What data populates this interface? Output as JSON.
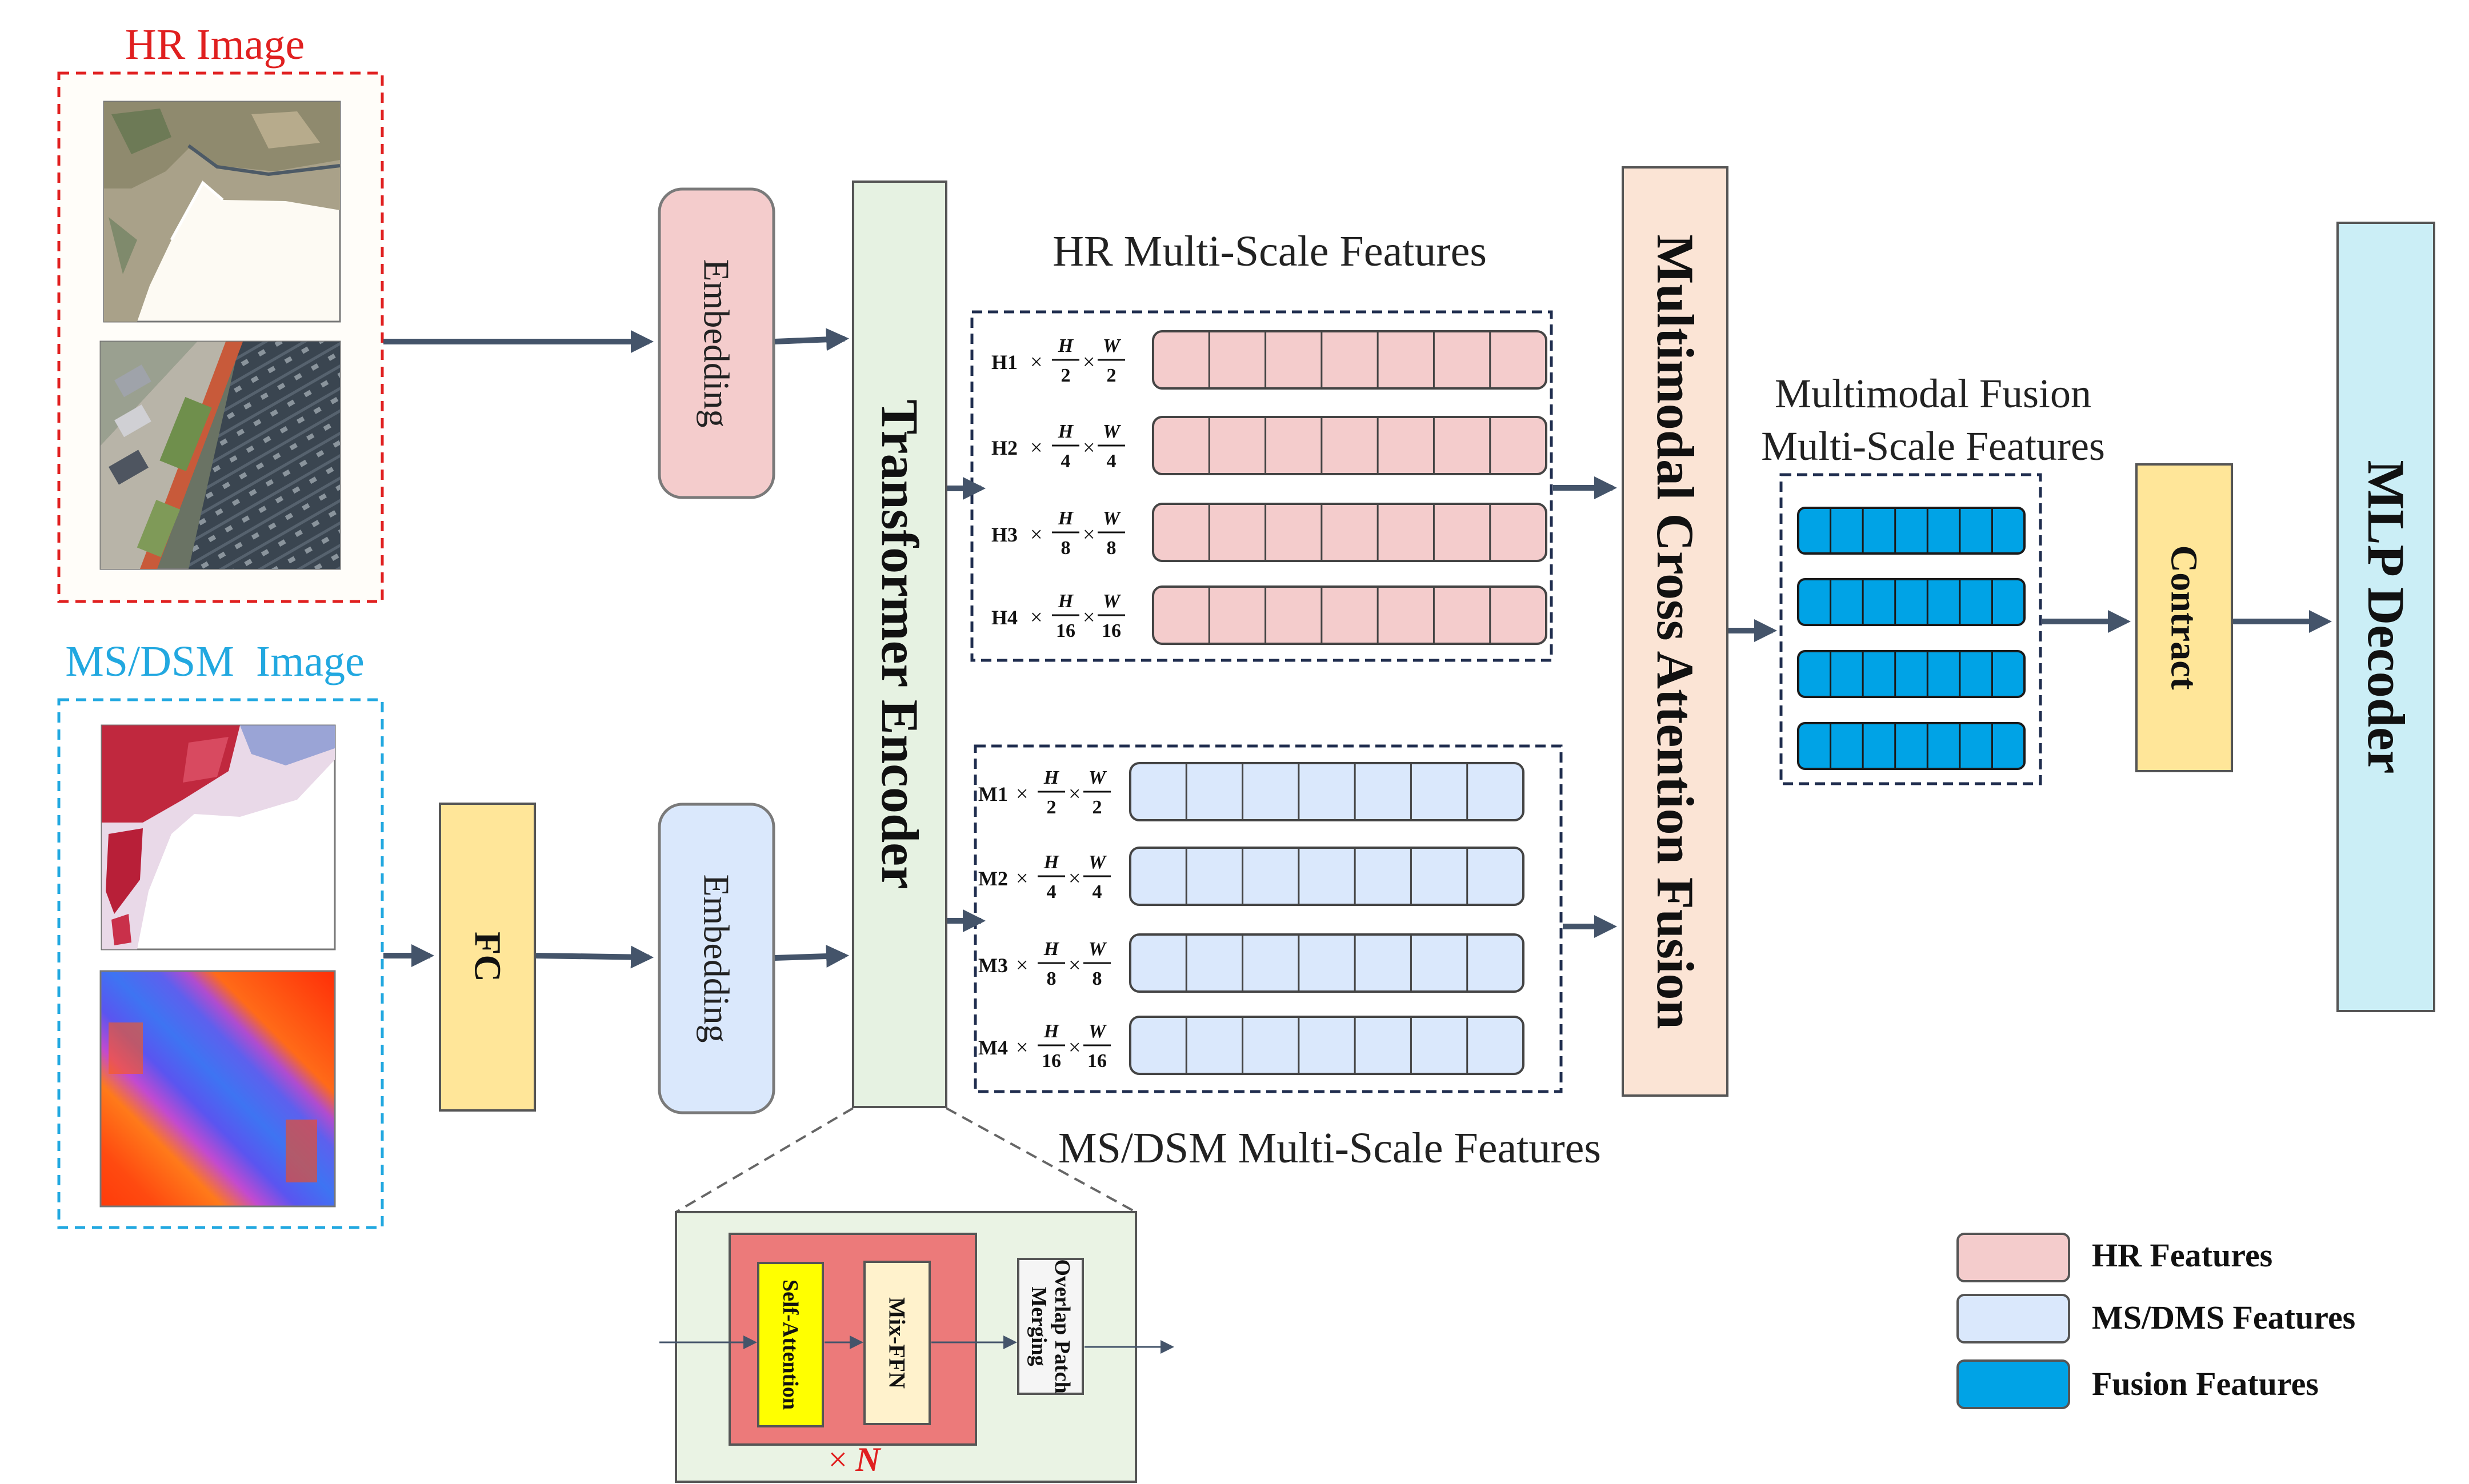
{
  "inputs": {
    "hr_title": "HR Image",
    "ms_title": "MS/DSM  Image"
  },
  "blocks": {
    "embedding_hr": "Embedding",
    "embedding_ms": "Embedding",
    "fc": "FC",
    "transformer_encoder": "Transformer Encoder",
    "mcaf": "Multimodal Cross Attention Fusion",
    "contract": "Contract",
    "mlp_decoder": "MLP Decoder"
  },
  "hr_features": {
    "title": "HR Multi-Scale Features",
    "rows": [
      {
        "prefix": "H1",
        "h": "H",
        "w": "W",
        "d": "2"
      },
      {
        "prefix": "H2",
        "h": "H",
        "w": "W",
        "d": "4"
      },
      {
        "prefix": "H3",
        "h": "H",
        "w": "W",
        "d": "8"
      },
      {
        "prefix": "H4",
        "h": "H",
        "w": "W",
        "d": "16"
      }
    ]
  },
  "ms_features": {
    "title": "MS/DSM Multi-Scale Features",
    "rows": [
      {
        "prefix": "M1",
        "h": "H",
        "w": "W",
        "d": "2"
      },
      {
        "prefix": "M2",
        "h": "H",
        "w": "W",
        "d": "4"
      },
      {
        "prefix": "M3",
        "h": "H",
        "w": "W",
        "d": "8"
      },
      {
        "prefix": "M4",
        "h": "H",
        "w": "W",
        "d": "16"
      }
    ]
  },
  "fusion_features": {
    "title_line1": "Multimodal Fusion",
    "title_line2": "Multi-Scale Features"
  },
  "encoder_detail": {
    "self_attention": "Self-Attention",
    "mix_ffn": "Mix-FFN",
    "overlap_line1": "Overlap Patch",
    "overlap_line2": "Merging",
    "repeat_times": "×",
    "repeat_n": "N"
  },
  "legend": {
    "hr": "HR Features",
    "ms": "MS/DMS Features",
    "fusion": "Fusion Features"
  },
  "colors": {
    "hr_fill": "#f4cccc",
    "ms_fill": "#dae8fc",
    "fusion_fill": "#00a3e6",
    "hr_accent": "#e02020",
    "ms_accent": "#22a8e0",
    "arrow": "#44546a"
  }
}
